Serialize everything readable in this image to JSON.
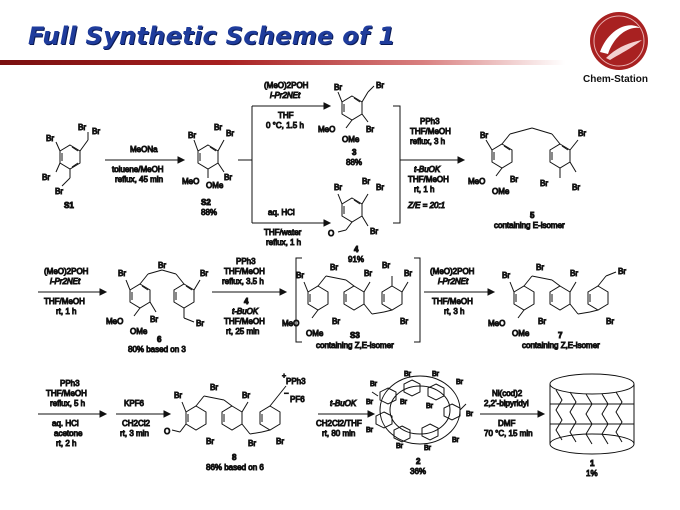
{
  "slide": {
    "title": "Full Synthetic Scheme of 1",
    "logo_text": "Chem-Station",
    "accent": "#a82121",
    "title_color": "#1f3c9c"
  },
  "compounds": {
    "s1": {
      "label": "S1",
      "atoms": [
        "Br",
        "Br",
        "Br",
        "Br",
        "Br"
      ]
    },
    "s2": {
      "label": "S2",
      "yield": "88%",
      "atoms": [
        "Br",
        "Br",
        "Br",
        "Br",
        "MeO",
        "OMe"
      ]
    },
    "c3": {
      "label": "3",
      "yield": "88%",
      "atoms": [
        "Br",
        "Br",
        "Br",
        "MeO",
        "OMe"
      ]
    },
    "c4": {
      "label": "4",
      "yield": "91%",
      "atoms": [
        "Br",
        "Br",
        "Br",
        "Br",
        "O"
      ]
    },
    "c5": {
      "label": "5",
      "note": "containing E-isomer",
      "atoms": [
        "Br",
        "Br",
        "Br",
        "Br",
        "Br",
        "MeO",
        "OMe"
      ]
    },
    "c6": {
      "label": "6",
      "yield": "80% based on 3",
      "atoms": [
        "Br",
        "Br",
        "Br",
        "Br",
        "Br",
        "MeO",
        "OMe"
      ]
    },
    "s3": {
      "label": "S3",
      "note": "containing Z,E-isomer",
      "atoms": [
        "Br",
        "Br",
        "Br",
        "Br",
        "Br",
        "Br",
        "Br",
        "MeO",
        "OMe"
      ]
    },
    "c7": {
      "label": "7",
      "note": "containing Z,E-isomer",
      "atoms": [
        "Br",
        "Br",
        "Br",
        "Br",
        "Br",
        "Br",
        "MeO",
        "OMe"
      ]
    },
    "c8": {
      "label": "8",
      "yield": "86% based on 6",
      "atoms": [
        "Br",
        "Br",
        "Br",
        "Br",
        "Br",
        "Br",
        "O"
      ],
      "phosphonium": "PPh3",
      "counterion": "PF6",
      "charge": "+",
      "minus": "−"
    },
    "c2": {
      "label": "2",
      "yield": "36%",
      "atoms": [
        "Br",
        "Br",
        "Br",
        "Br",
        "Br",
        "Br",
        "Br",
        "Br",
        "Br",
        "Br",
        "Br",
        "Br"
      ]
    },
    "c1": {
      "label": "1",
      "yield": "1%"
    }
  },
  "reactions": {
    "r1": {
      "above": [
        "MeONa"
      ],
      "below": [
        "toluene/MeOH",
        "reflux, 45 min"
      ]
    },
    "r2": {
      "above": [
        "(MeO)2POH",
        "i-Pr2NEt"
      ],
      "below": [
        "THF",
        "0 °C, 1.5 h"
      ]
    },
    "r3": {
      "above": [
        "aq. HCl"
      ],
      "below": [
        "THF/water",
        "reflux, 1 h"
      ]
    },
    "r4": {
      "above": [
        "PPh3",
        "THF/MeOH",
        "reflux, 3 h"
      ],
      "below": [
        "t-BuOK",
        "THF/MeOH",
        "rt, 1 h"
      ],
      "ratio": "Z/E = 20:1"
    },
    "r5": {
      "above": [
        "(MeO)2POH",
        "i-Pr2NEt"
      ],
      "below": [
        "THF/MeOH",
        "rt, 1 h"
      ]
    },
    "r6": {
      "above": [
        "PPh3",
        "THF/MeOH",
        "reflux, 3.5 h"
      ],
      "below": [
        "4",
        "t-BuOK",
        "THF/MeOH",
        "rt, 25 min"
      ]
    },
    "r7": {
      "above": [
        "(MeO)2POH",
        "i-Pr2NEt"
      ],
      "below": [
        "THF/MeOH",
        "rt, 3 h"
      ]
    },
    "r8": {
      "above": [
        "PPh3",
        "THF/MeOH",
        "reflux, 5 h"
      ],
      "below": [
        "aq. HCl",
        "acetone",
        "rt, 2 h"
      ]
    },
    "r9": {
      "above": [
        "KPF6"
      ],
      "below": [
        "CH2Cl2",
        "rt, 3 min"
      ]
    },
    "r10": {
      "above": [
        "t-BuOK"
      ],
      "below": [
        "CH2Cl2/THF",
        "rt, 80 min"
      ]
    },
    "r11": {
      "above": [
        "Ni(cod)2",
        "2,2'-bipyridyl"
      ],
      "below": [
        "DMF",
        "70 °C, 15 min"
      ]
    }
  }
}
